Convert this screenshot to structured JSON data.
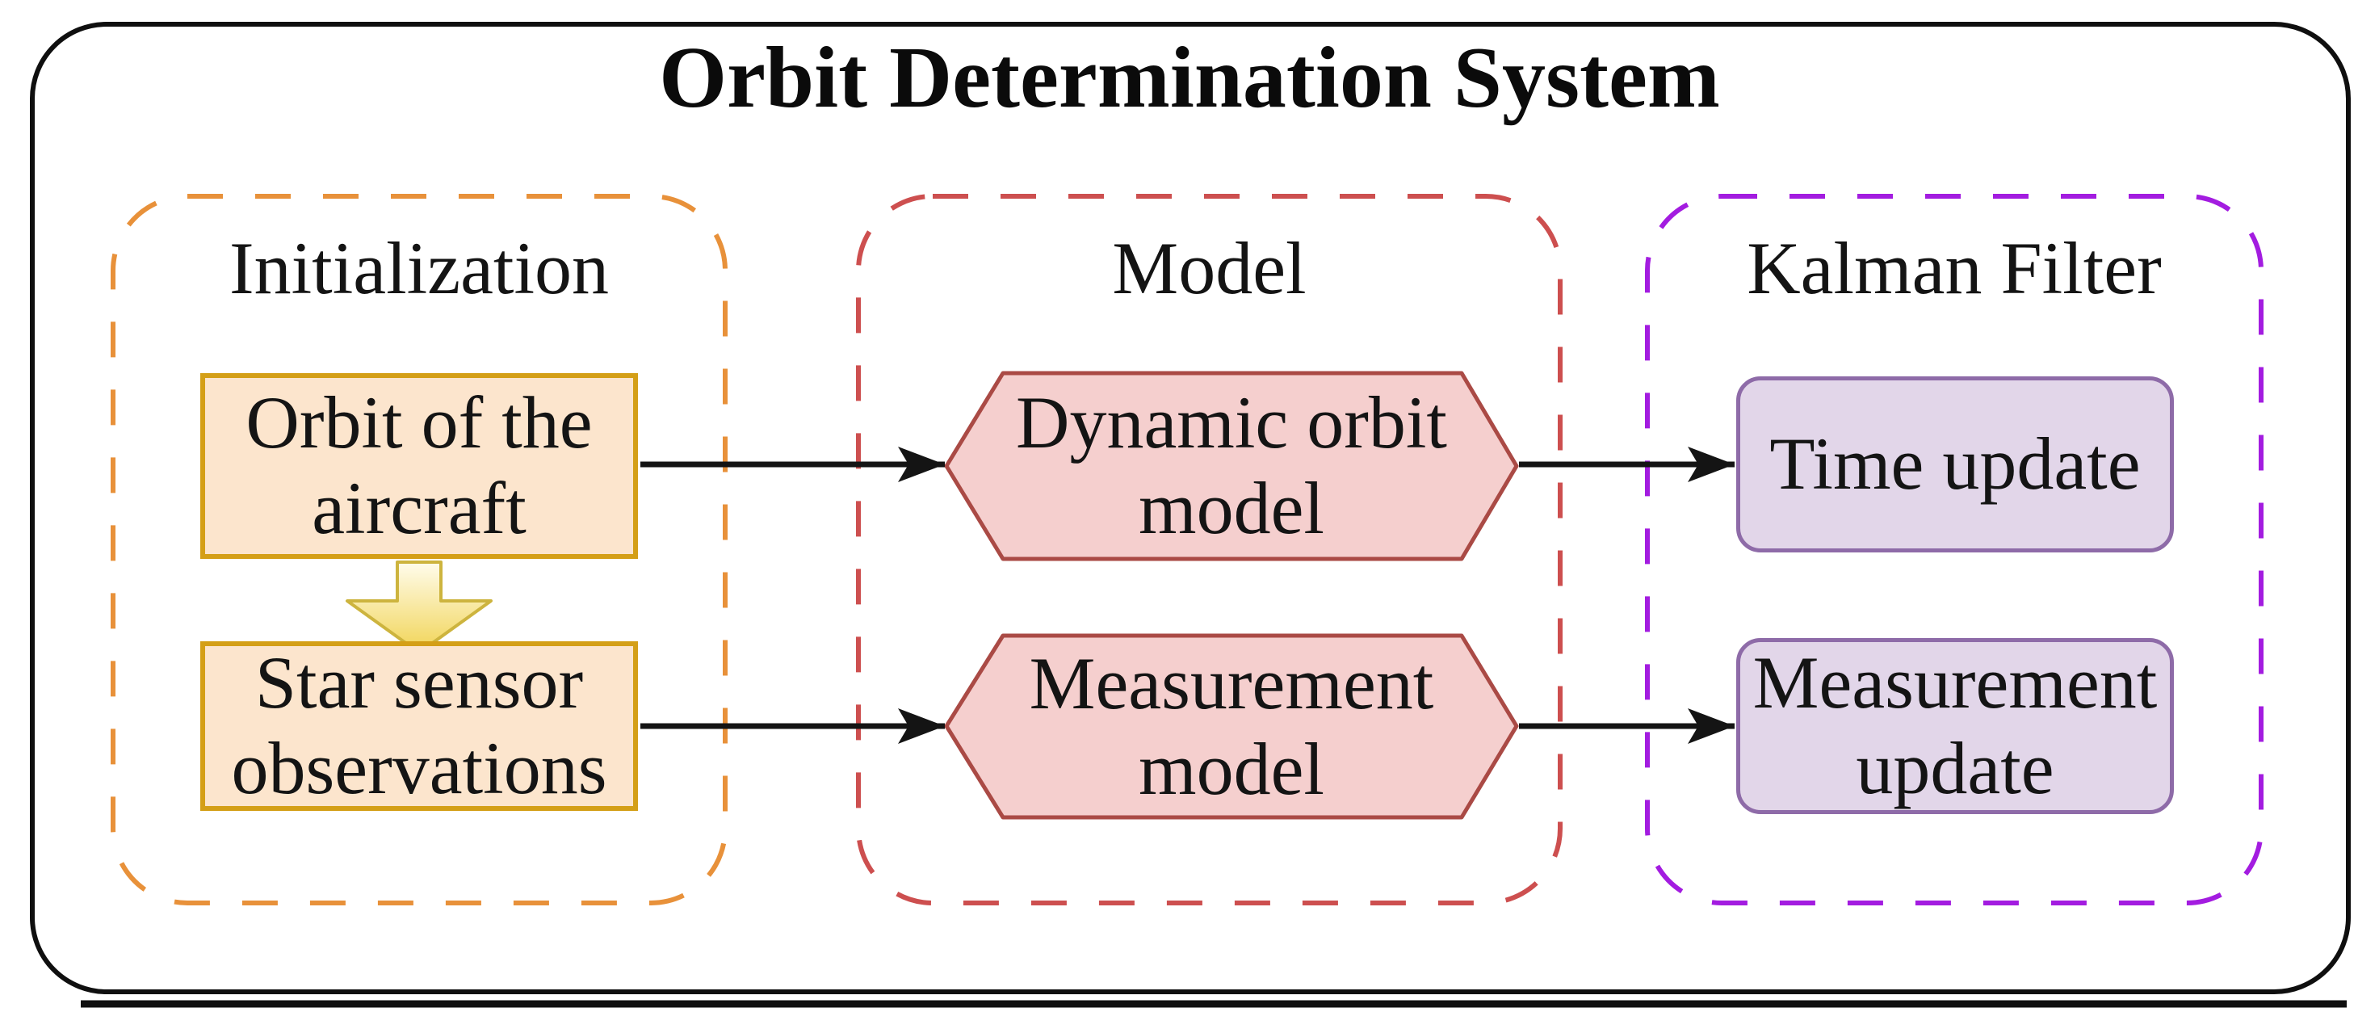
{
  "title": "Orbit Determination System",
  "sections": {
    "initialization": {
      "label": "Initialization",
      "border_color": "#E8913A"
    },
    "model": {
      "label": "Model",
      "border_color": "#CD4F4F"
    },
    "kalman": {
      "label": "Kalman Filter",
      "border_color": "#A31CE0"
    }
  },
  "nodes": {
    "orbit": {
      "lines": [
        "Orbit of the",
        "aircraft"
      ]
    },
    "star": {
      "lines": [
        "Star sensor",
        "observations"
      ]
    },
    "dynamic_model": {
      "lines": [
        "Dynamic orbit",
        "model"
      ]
    },
    "measurement_model": {
      "lines": [
        "Measurement",
        "model"
      ]
    },
    "time_update": {
      "lines": [
        "Time update"
      ]
    },
    "measurement_update": {
      "lines": [
        "Measurement",
        "update"
      ]
    }
  },
  "colors": {
    "frame": "#0f0f0f",
    "init_box_fill": "#FCE5CD",
    "init_box_border": "#D49F17",
    "hexagon_fill": "#F5CFCE",
    "hexagon_border": "#AA4A45",
    "kalman_box_fill": "#E2D6E9",
    "kalman_box_border": "#8E6BA8",
    "down_arrow_fill_top": "#FFFCEC",
    "down_arrow_fill_bottom": "#F1D455",
    "down_arrow_border": "#CDB43E",
    "flow_arrow": "#141414"
  }
}
